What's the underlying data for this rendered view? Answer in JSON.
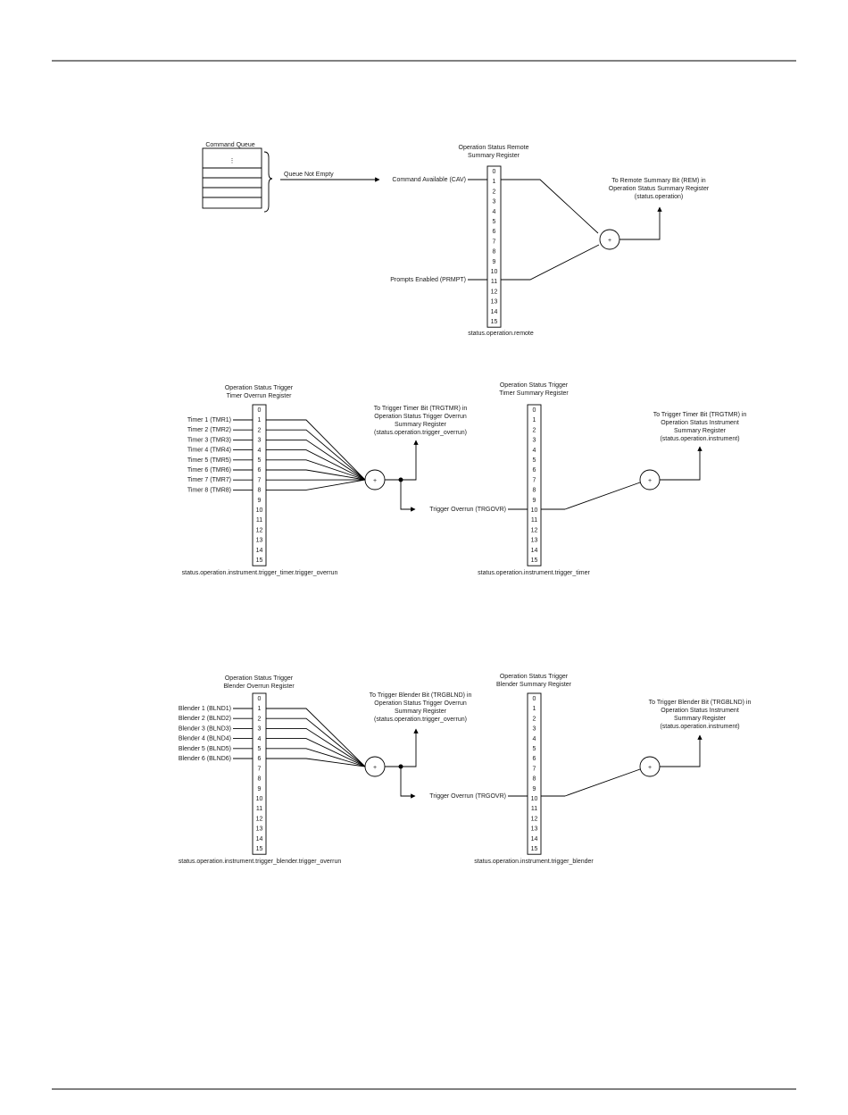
{
  "bit_numbers": [
    "0",
    "1",
    "2",
    "3",
    "4",
    "5",
    "6",
    "7",
    "8",
    "9",
    "10",
    "11",
    "12",
    "13",
    "14",
    "15"
  ],
  "or_symbol": "+",
  "remote": {
    "queue_title": "Command Queue",
    "queue_dots": "⋮",
    "queue_not_empty": "Queue Not Empty",
    "register_title_line1": "Operation Status Remote",
    "register_title_line2": "Summary Register",
    "cav_label": "Command Available (CAV)",
    "prmpt_label": "Prompts Enabled (PRMPT)",
    "register_name": "status.operation.remote",
    "output_line1": "To Remote Summary Bit (REM) in",
    "output_line2": "Operation Status Summary Register",
    "output_line3": "(status.operation)"
  },
  "timer_overrun": {
    "title_line1": "Operation Status Trigger",
    "title_line2": "Timer Overrun Register",
    "inputs": [
      "Timer 1 (TMR1)",
      "Timer 2 (TMR2)",
      "Timer 3 (TMR3)",
      "Timer 4 (TMR4)",
      "Timer 5 (TMR5)",
      "Timer 6 (TMR6)",
      "Timer 7 (TMR7)",
      "Timer 8 (TMR8)"
    ],
    "register_name": "status.operation.instrument.trigger_timer.trigger_overrun",
    "output_line1": "To Trigger Timer Bit  (TRGTMR) in",
    "output_line2": "Operation Status Trigger Overrun",
    "output_line3": "Summary Register",
    "output_line4": "(status.operation.trigger_overrun)"
  },
  "timer_summary": {
    "title_line1": "Operation Status Trigger",
    "title_line2": "Timer Summary Register",
    "trgovr_label": "Trigger Overrun (TRGOVR)",
    "register_name": "status.operation.instrument.trigger_timer",
    "output_line1": "To Trigger Timer Bit (TRGTMR) in",
    "output_line2": "Operation Status Instrument",
    "output_line3": "Summary Register",
    "output_line4": "(status.operation.instrument)"
  },
  "blender_overrun": {
    "title_line1": "Operation Status Trigger",
    "title_line2": "Blender Overrun Register",
    "inputs": [
      "Blender 1 (BLND1)",
      "Blender 2 (BLND2)",
      "Blender 3 (BLND3)",
      "Blender 4 (BLND4)",
      "Blender 5 (BLND5)",
      "Blender 6 (BLND6)"
    ],
    "register_name": "status.operation.instrument.trigger_blender.trigger_overrun",
    "output_line1": "To Trigger Blender Bit  (TRGBLND) in",
    "output_line2": "Operation Status Trigger Overrun",
    "output_line3": "Summary Register",
    "output_line4": "(status.operation.trigger_overrun)"
  },
  "blender_summary": {
    "title_line1": "Operation Status Trigger",
    "title_line2": "Blender Summary Register",
    "trgovr_label": "Trigger Overrun (TRGOVR)",
    "register_name": "status.operation.instrument.trigger_blender",
    "output_line1": "To Trigger Blender Bit (TRGBLND) in",
    "output_line2": "Operation Status Instrument",
    "output_line3": "Summary Register",
    "output_line4": "(status.operation.instrument)"
  }
}
